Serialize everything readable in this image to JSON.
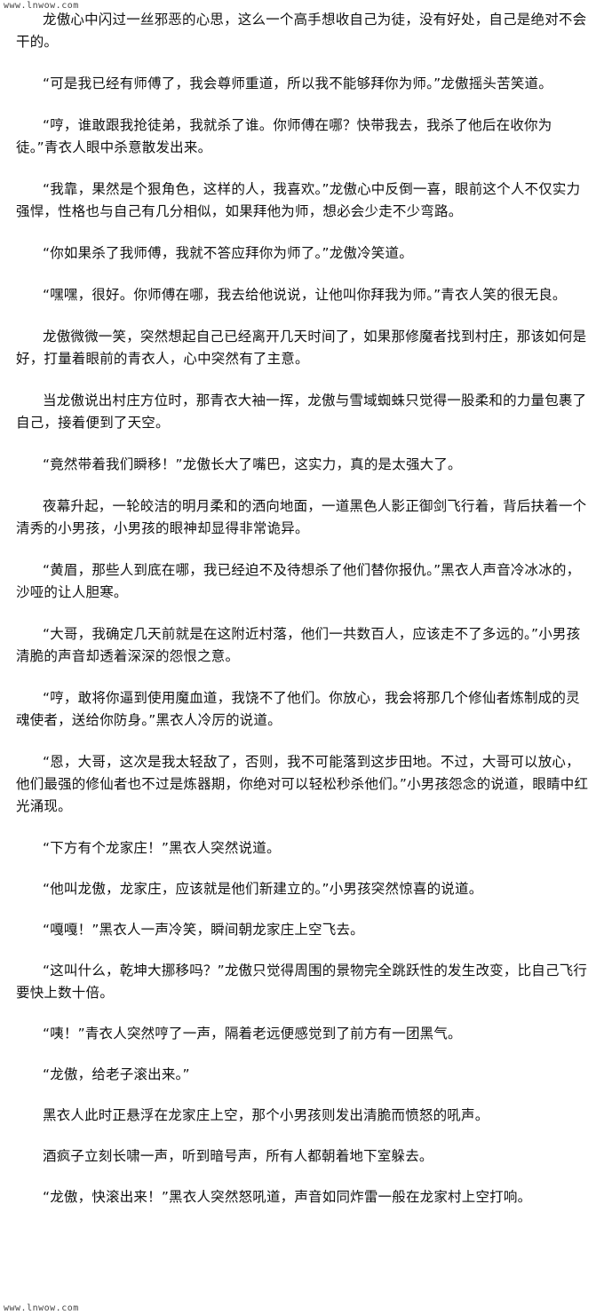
{
  "watermark": {
    "top": "www.lnwow.com",
    "bottom": "www.lnwow.com"
  },
  "paragraphs": [
    "龙傲心中闪过一丝邪恶的心思，这么一个高手想收自己为徒，没有好处，自己是绝对不会干的。",
    "“可是我已经有师傅了，我会尊师重道，所以我不能够拜你为师。”龙傲摇头苦笑道。",
    "“哼，谁敢跟我抢徒弟，我就杀了谁。你师傅在哪？快带我去，我杀了他后在收你为徒。”青衣人眼中杀意散发出来。",
    "“我靠，果然是个狠角色，这样的人，我喜欢。”龙傲心中反倒一喜，眼前这个人不仅实力强悍，性格也与自己有几分相似，如果拜他为师，想必会少走不少弯路。",
    "“你如果杀了我师傅，我就不答应拜你为师了。”龙傲冷笑道。",
    "“嘿嘿，很好。你师傅在哪，我去给他说说，让他叫你拜我为师。”青衣人笑的很无良。",
    "龙傲微微一笑，突然想起自己已经离开几天时间了，如果那修魔者找到村庄，那该如何是好，打量着眼前的青衣人，心中突然有了主意。",
    "当龙傲说出村庄方位时，那青衣大袖一挥，龙傲与雪域蜘蛛只觉得一股柔和的力量包裹了自己，接着便到了天空。",
    "“竟然带着我们瞬移！”龙傲长大了嘴巴，这实力，真的是太强大了。",
    "夜幕升起，一轮皎洁的明月柔和的洒向地面，一道黑色人影正御剑飞行着，背后扶着一个清秀的小男孩，小男孩的眼神却显得非常诡异。",
    "“黄眉，那些人到底在哪，我已经迫不及待想杀了他们替你报仇。”黑衣人声音冷冰冰的，沙哑的让人胆寒。",
    "“大哥，我确定几天前就是在这附近村落，他们一共数百人，应该走不了多远的。”小男孩清脆的声音却透着深深的怨恨之意。",
    "“哼，敢将你逼到使用魔血道，我饶不了他们。你放心，我会将那几个修仙者炼制成的灵魂使者，送给你防身。”黑衣人冷厉的说道。",
    "“恩，大哥，这次是我太轻敌了，否则，我不可能落到这步田地。不过，大哥可以放心，他们最强的修仙者也不过是炼器期，你绝对可以轻松秒杀他们。”小男孩怨念的说道，眼睛中红光涌现。",
    "“下方有个龙家庄！”黑衣人突然说道。",
    "“他叫龙傲，龙家庄，应该就是他们新建立的。”小男孩突然惊喜的说道。",
    "“嘎嘎！”黑衣人一声冷笑，瞬间朝龙家庄上空飞去。",
    "“这叫什么，乾坤大挪移吗？”龙傲只觉得周围的景物完全跳跃性的发生改变，比自己飞行要快上数十倍。",
    "“咦！”青衣人突然哼了一声，隔着老远便感觉到了前方有一团黑气。",
    "“龙傲，给老子滚出来。”",
    "黑衣人此时正悬浮在龙家庄上空，那个小男孩则发出清脆而愤怒的吼声。",
    "酒疯子立刻长啸一声，听到暗号声，所有人都朝着地下室躲去。",
    "“龙傲，快滚出来！”黑衣人突然怒吼道，声音如同炸雷一般在龙家村上空打响。"
  ]
}
